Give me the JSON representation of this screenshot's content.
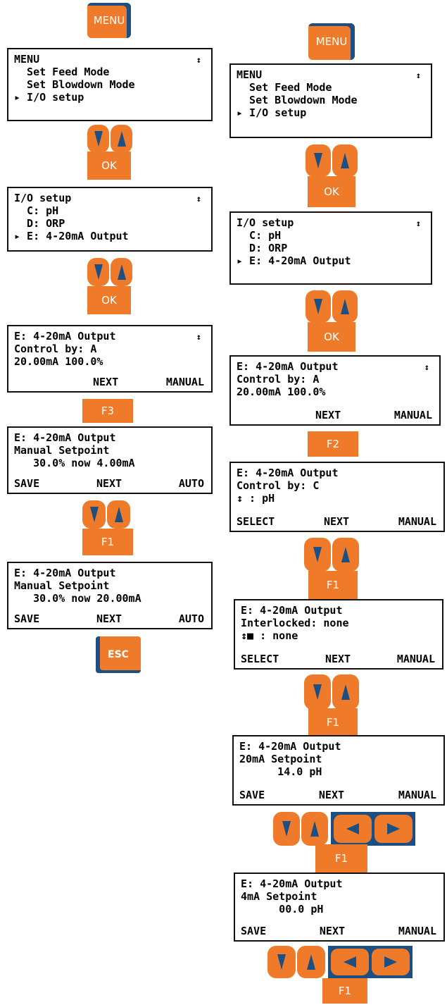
{
  "buttons": {
    "menu": "MENU",
    "ok": "OK",
    "f1": "F1",
    "f2": "F2",
    "f3": "F3",
    "esc": "ESC"
  },
  "left": {
    "screen1": {
      "lines": [
        "MENU",
        "  Set Feed Mode",
        "  Set Blowdown Mode",
        "▸ I/O setup"
      ],
      "scroll": "↕"
    },
    "screen2": {
      "lines": [
        "I/O setup",
        "  C: pH",
        "  D: ORP",
        "▸ E: 4-20mA Output"
      ],
      "scroll": "↕"
    },
    "screen3": {
      "lines": [
        "E: 4-20mA Output",
        "Control by: A",
        "20.00mA 100.0%"
      ],
      "scroll": "↕",
      "softkeys": [
        "",
        "NEXT",
        "MANUAL"
      ]
    },
    "screen4": {
      "lines": [
        "E: 4-20mA Output",
        "Manual Setpoint",
        "   30.0% now 4.00mA"
      ],
      "softkeys": [
        "SAVE",
        "NEXT",
        "AUTO"
      ]
    },
    "screen5": {
      "lines": [
        "E: 4-20mA Output",
        "Manual Setpoint",
        "   30.0% now 20.00mA"
      ],
      "softkeys": [
        "SAVE",
        "NEXT",
        "AUTO"
      ]
    }
  },
  "right": {
    "screen1": {
      "lines": [
        "MENU",
        "  Set Feed Mode",
        "  Set Blowdown Mode",
        "▸ I/O setup"
      ],
      "scroll": "↕"
    },
    "screen2": {
      "lines": [
        "I/O setup",
        "  C: pH",
        "  D: ORP",
        "▸ E: 4-20mA Output"
      ],
      "scroll": "↕"
    },
    "screen3": {
      "lines": [
        "E: 4-20mA Output",
        "Control by: A",
        "20.00mA 100.0%"
      ],
      "scroll": "↕",
      "softkeys": [
        "",
        "NEXT",
        "MANUAL"
      ]
    },
    "screen4": {
      "lines": [
        "E: 4-20mA Output",
        "Control by: C",
        "↕ : pH"
      ],
      "softkeys": [
        "SELECT",
        "NEXT",
        "MANUAL"
      ]
    },
    "screen5": {
      "lines": [
        "E: 4-20mA Output",
        "Interlocked: none",
        "↕■ : none"
      ],
      "softkeys": [
        "SELECT",
        "NEXT",
        "MANUAL"
      ]
    },
    "screen6": {
      "lines": [
        "E: 4-20mA Output",
        "20mA Setpoint",
        "      14.0 pH"
      ],
      "softkeys": [
        "SAVE",
        "NEXT",
        "MANUAL"
      ]
    },
    "screen7": {
      "lines": [
        "E: 4-20mA Output",
        "4mA Setpoint",
        "      00.0 pH"
      ],
      "softkeys": [
        "SAVE",
        "NEXT",
        "MANUAL"
      ]
    }
  }
}
